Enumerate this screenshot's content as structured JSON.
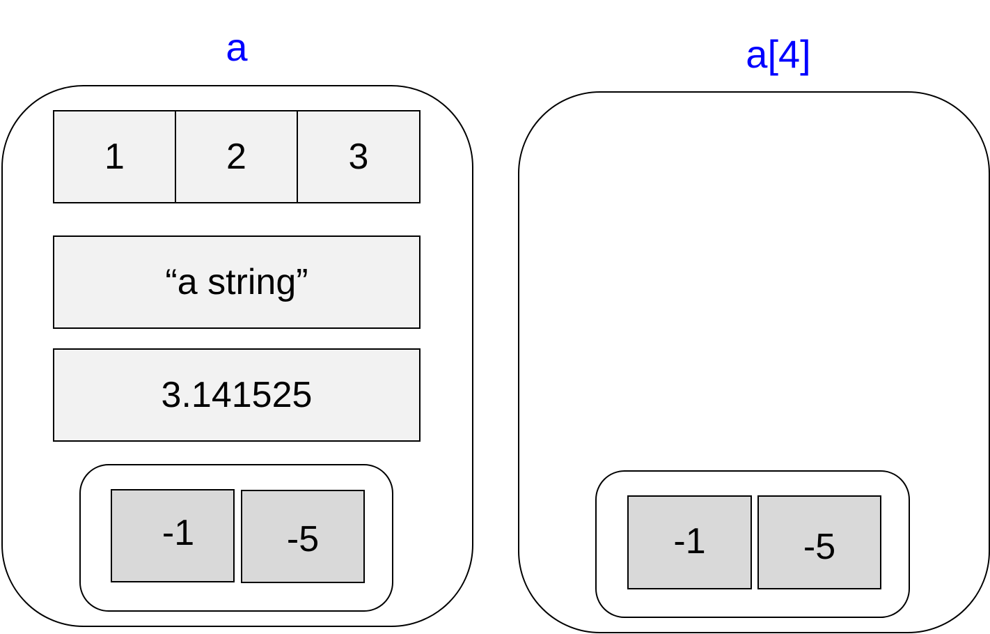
{
  "labels": {
    "left_title": "a",
    "right_title": "a[4]"
  },
  "left": {
    "tuple": [
      "1",
      "2",
      "3"
    ],
    "string_value": "“a string”",
    "float_value": "3.141525",
    "nested": [
      "-1",
      "-5"
    ]
  },
  "right": {
    "nested": [
      "-1",
      "-5"
    ]
  },
  "colors": {
    "title": "#0000ff",
    "cell_light": "#f2f2f2",
    "cell_dark": "#d9d9d9",
    "border": "#000000"
  }
}
